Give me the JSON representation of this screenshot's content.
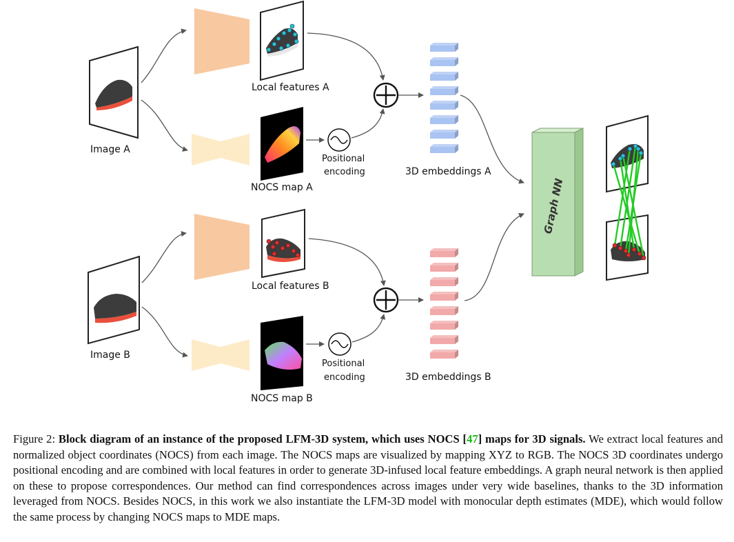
{
  "diagram": {
    "image_a_label": "Image A",
    "image_b_label": "Image B",
    "local_features_a_label": "Local features A",
    "local_features_b_label": "Local features B",
    "nocs_map_a_label": "NOCS map A",
    "nocs_map_b_label": "NOCS map B",
    "positional_label_line1": "Positional",
    "positional_label_line2": "encoding",
    "embeddings_a_label": "3D embeddings A",
    "embeddings_b_label": "3D embeddings B",
    "graph_nn_label": "Graph NN",
    "colors": {
      "encoder_orange": "#f8c8a0",
      "decoder_cream": "#fdebc8",
      "embed_blue": "#a9c3f2",
      "embed_red": "#f2a9a9",
      "graph_green": "#b8ddb0",
      "match_green": "#22cc22",
      "keypoint_cyan": "#2bc3c3",
      "keypoint_red": "#d83030"
    }
  },
  "caption": {
    "figure_label": "Figure 2: ",
    "bold_before_cite": "Block diagram of an instance of the proposed LFM-3D system, which uses NOCS [",
    "cite": "47",
    "bold_after_cite": "] maps for 3D signals.",
    "body": " We extract local features and normalized object coordinates (NOCS) from each image. The NOCS maps are visualized by mapping XYZ to RGB. The NOCS 3D coordinates undergo positional encoding and are combined with local features in order to generate 3D-infused local feature embeddings. A graph neural network is then applied on these to propose correspondences. Our method can find correspondences across images under very wide baselines, thanks to the 3D information leveraged from NOCS. Besides NOCS, in this work we also instantiate the LFM-3D model with monocular depth estimates (MDE), which would follow the same process by changing NOCS maps to MDE maps."
  }
}
